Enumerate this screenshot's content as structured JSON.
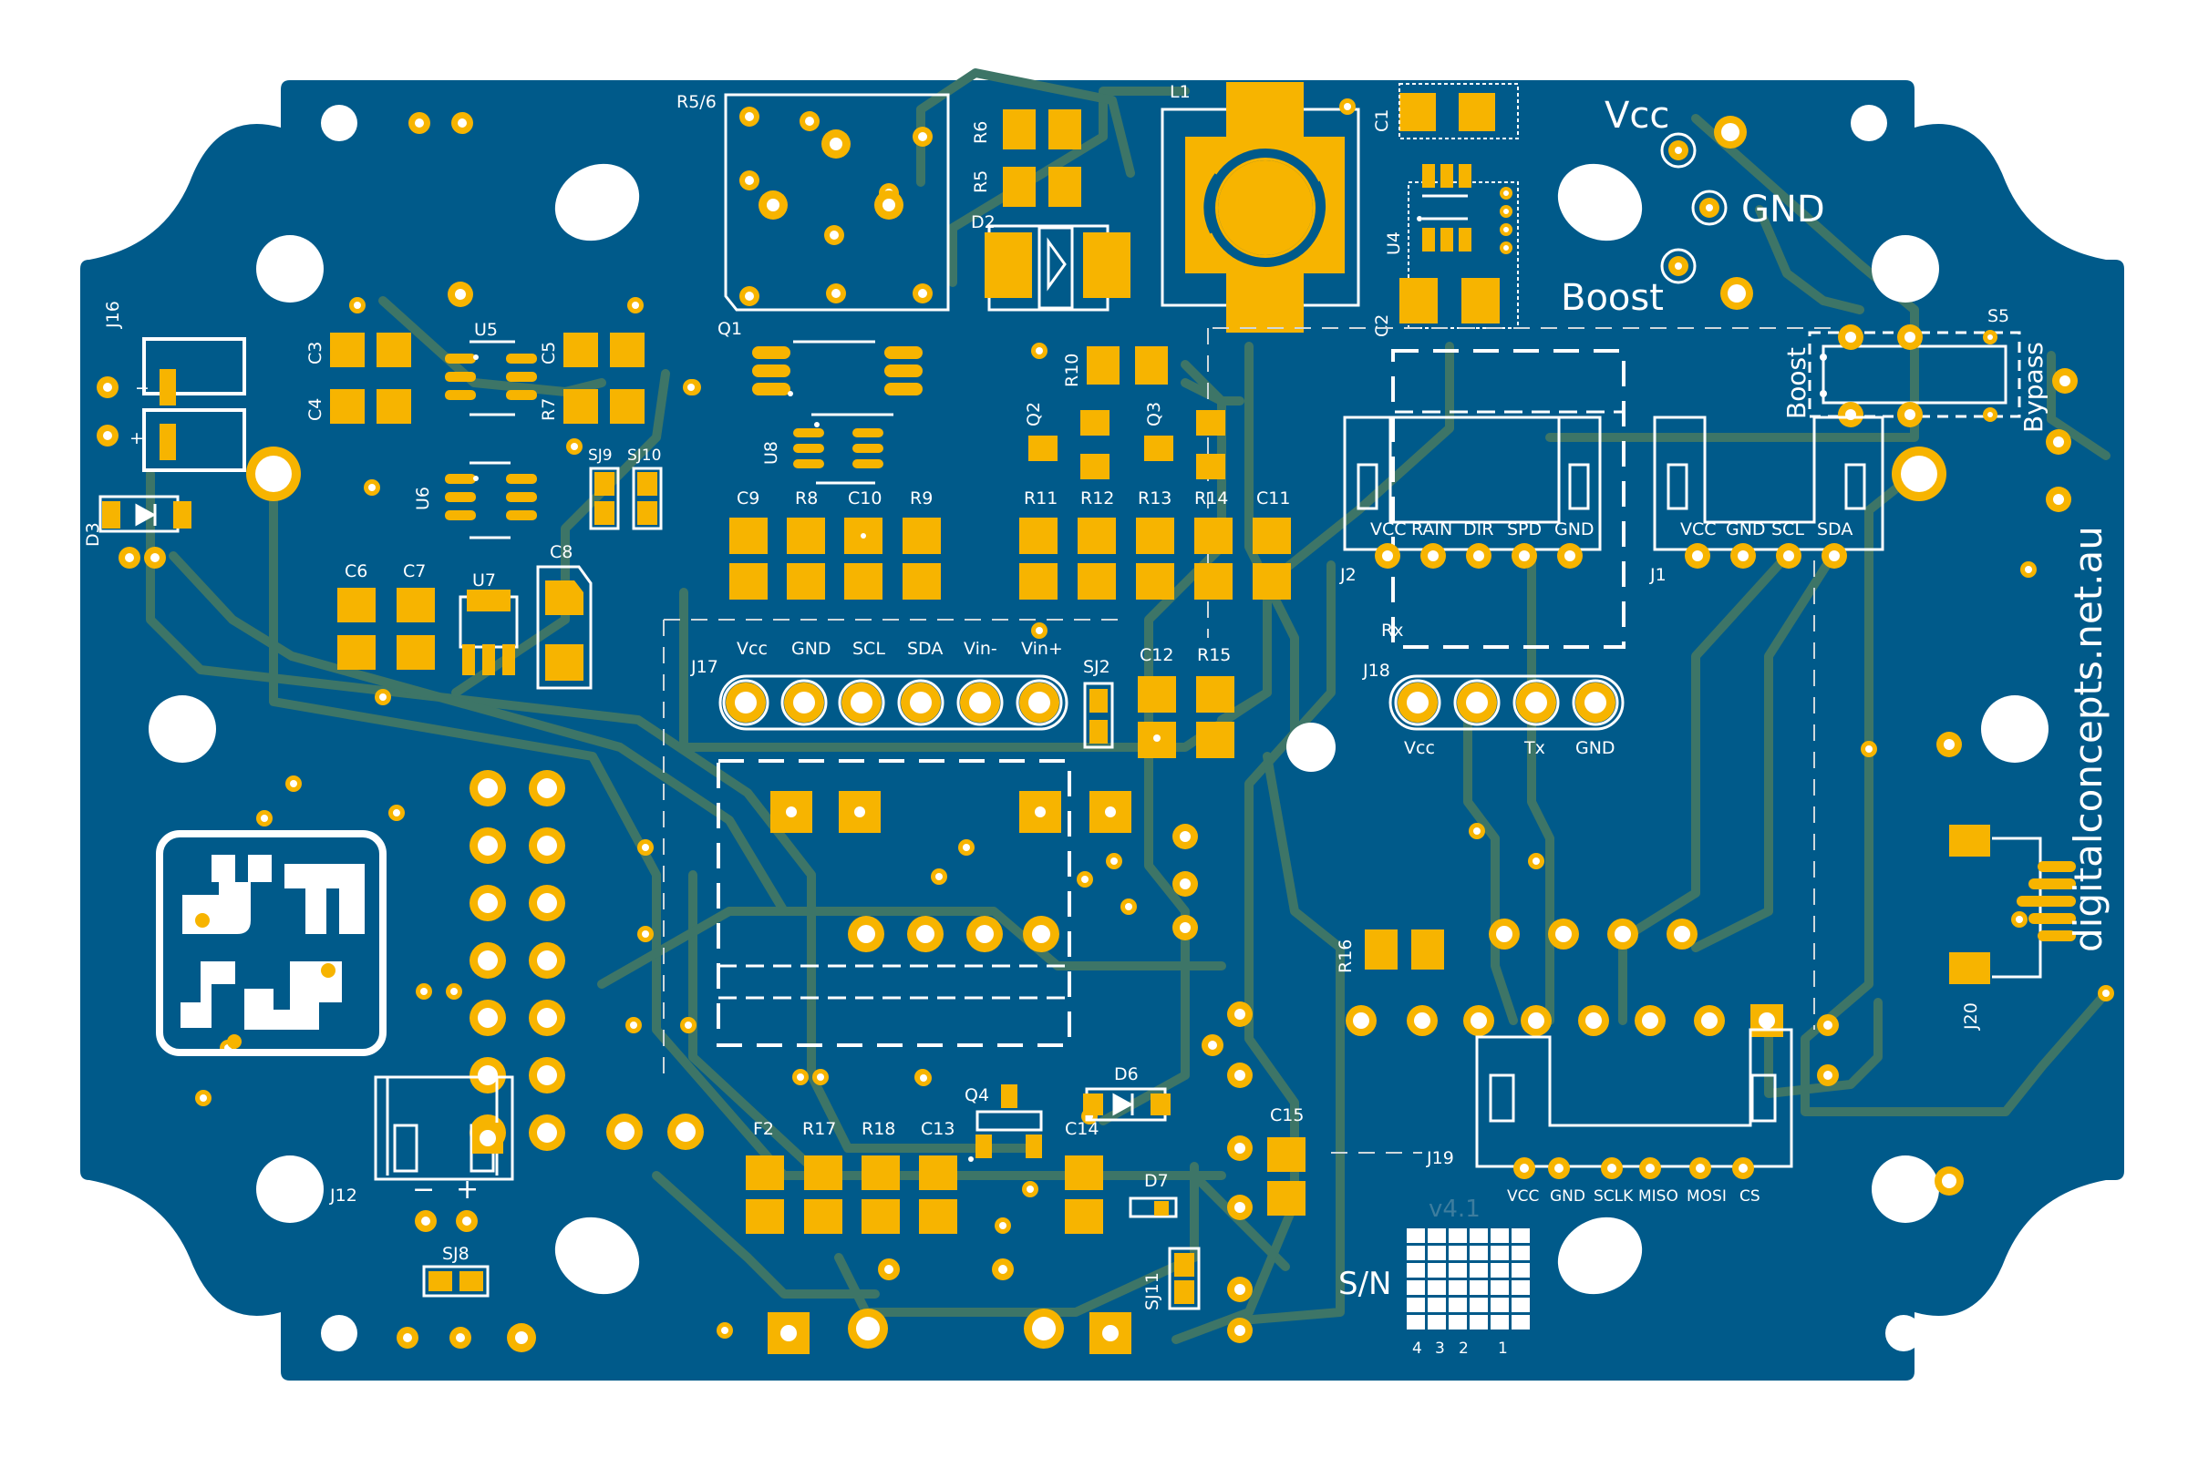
{
  "board": {
    "colors": {
      "mask": "#005a8a",
      "copper": "#f7b400",
      "trace": "#3d7567",
      "silkscreen": "#ffffff",
      "background": "#ffffff"
    },
    "url_text": "digitalconcepts.net.au",
    "version": "v4.1",
    "serial_label": "S/N",
    "serial_digits": [
      "4",
      "3",
      "2",
      "1"
    ]
  },
  "power_labels": {
    "vcc": "Vcc",
    "gnd": "GND",
    "boost": "Boost"
  },
  "switch_s5": {
    "ref": "S5",
    "left": "Boost",
    "right": "Bypass"
  },
  "refdes": {
    "r56": "R5/6",
    "l1": "L1",
    "c1": "C1",
    "r6": "R6",
    "r5": "R5",
    "d2": "D2",
    "q1": "Q1",
    "u4": "U4",
    "c2": "C2",
    "j16": "J16",
    "u5": "U5",
    "c3": "C3",
    "c4": "C4",
    "c5": "C5",
    "r7": "R7",
    "sj9": "SJ9",
    "sj10": "SJ10",
    "u6": "U6",
    "d3": "D3",
    "u8": "U8",
    "r10": "R10",
    "q2": "Q2",
    "q3": "Q3",
    "c9": "C9",
    "r8": "R8",
    "c10": "C10",
    "r9": "R9",
    "r11": "R11",
    "r12": "R12",
    "r13": "R13",
    "r14": "R14",
    "c11": "C11",
    "c6": "C6",
    "c7": "C7",
    "u7": "U7",
    "c8": "C8",
    "j17": "J17",
    "sj2": "SJ2",
    "c12": "C12",
    "r15": "R15",
    "j2": "J2",
    "j1": "J1",
    "rx": "Rx",
    "j18": "J18",
    "j20": "J20",
    "r16": "R16",
    "j19": "J19",
    "j12": "J12",
    "sj8": "SJ8",
    "f2": "F2",
    "r17": "R17",
    "r18": "R18",
    "c13": "C13",
    "q4": "Q4",
    "c14": "C14",
    "d6": "D6",
    "d7": "D7",
    "sj11": "SJ11",
    "c15": "C15"
  },
  "j2_pins": [
    "VCC",
    "RAIN",
    "DIR",
    "SPD",
    "GND"
  ],
  "j1_pins": [
    "VCC",
    "GND",
    "SCL",
    "SDA"
  ],
  "j17_pins": [
    "Vcc",
    "GND",
    "SCL",
    "SDA",
    "Vin-",
    "Vin+"
  ],
  "j18_pins": {
    "left": "Vcc",
    "tx": "Tx",
    "gnd": "GND"
  },
  "j19_pins": [
    "VCC",
    "GND",
    "SCLK",
    "MISO",
    "MOSI",
    "CS"
  ],
  "j12_pins": {
    "minus": "−",
    "plus": "+"
  },
  "j16_pins": {
    "minus": "−",
    "plus": "+"
  },
  "icons": {
    "logo": "dm-logo",
    "diode": "diode-symbol",
    "qr": "serial-matrix"
  }
}
